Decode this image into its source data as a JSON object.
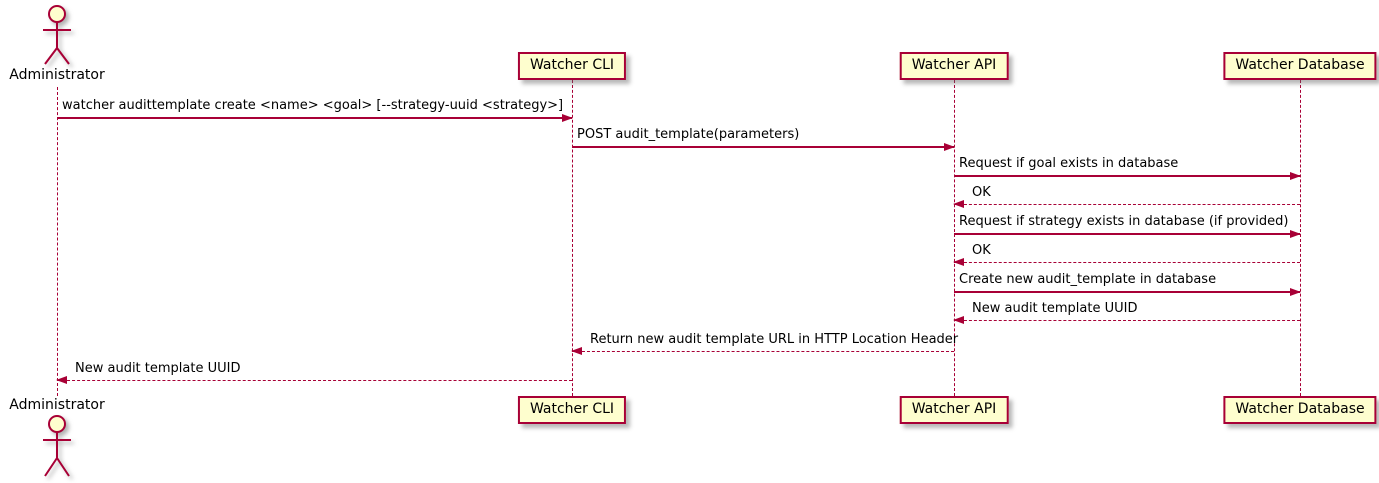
{
  "colors": {
    "accent": "#A80036",
    "participant_fill": "#FEFECE",
    "text": "#000000",
    "background": "#FFFFFF"
  },
  "actor": {
    "label": "Administrator"
  },
  "participants": [
    {
      "label": "Watcher CLI"
    },
    {
      "label": "Watcher API"
    },
    {
      "label": "Watcher Database"
    }
  ],
  "messages": [
    {
      "from": "Administrator",
      "to": "Watcher CLI",
      "style": "solid",
      "label": "watcher audittemplate create <name> <goal> [--strategy-uuid <strategy>]"
    },
    {
      "from": "Watcher CLI",
      "to": "Watcher API",
      "style": "solid",
      "label": "POST audit_template(parameters)"
    },
    {
      "from": "Watcher API",
      "to": "Watcher Database",
      "style": "solid",
      "label": "Request if goal exists in database"
    },
    {
      "from": "Watcher Database",
      "to": "Watcher API",
      "style": "dashed",
      "label": "OK"
    },
    {
      "from": "Watcher API",
      "to": "Watcher Database",
      "style": "solid",
      "label": "Request if strategy exists in database (if provided)"
    },
    {
      "from": "Watcher Database",
      "to": "Watcher API",
      "style": "dashed",
      "label": "OK"
    },
    {
      "from": "Watcher API",
      "to": "Watcher Database",
      "style": "solid",
      "label": "Create new audit_template in database"
    },
    {
      "from": "Watcher Database",
      "to": "Watcher API",
      "style": "dashed",
      "label": "New audit template UUID"
    },
    {
      "from": "Watcher API",
      "to": "Watcher CLI",
      "style": "dashed",
      "label": "Return new audit template URL in HTTP Location Header"
    },
    {
      "from": "Watcher CLI",
      "to": "Administrator",
      "style": "dashed",
      "label": "New audit template UUID"
    }
  ]
}
